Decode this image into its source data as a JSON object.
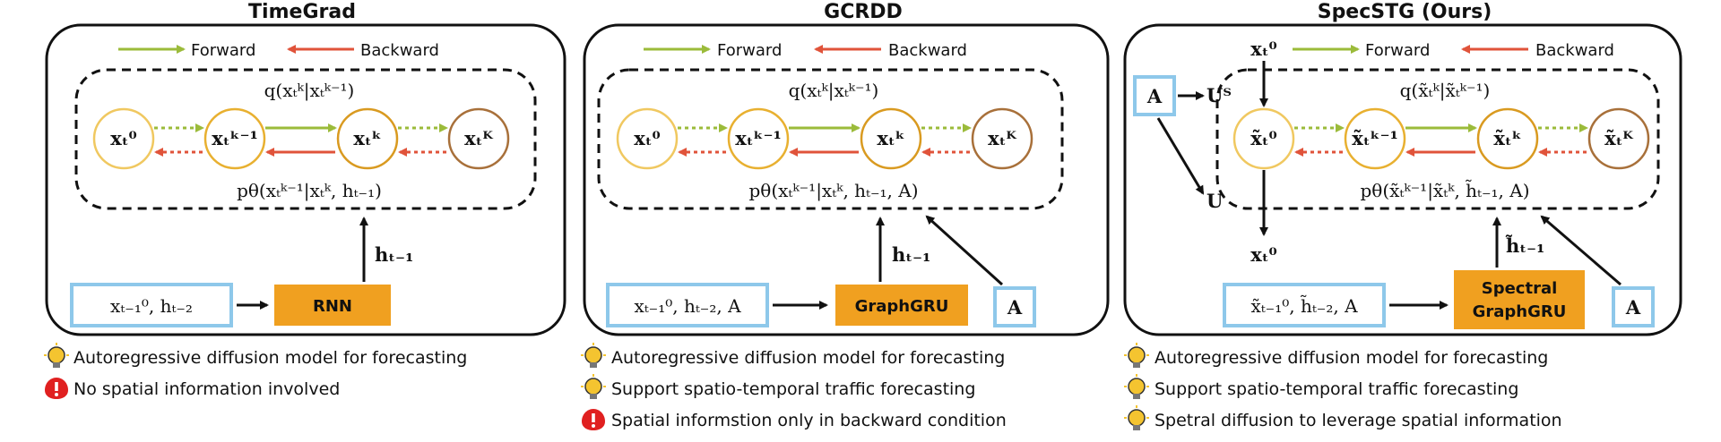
{
  "panels": [
    {
      "title": "TimeGrad",
      "legend_forward": "Forward",
      "legend_backward": "Backward",
      "q_label": "q(xₜᵏ|xₜᵏ⁻¹)",
      "p_label": "pθ(xₜᵏ⁻¹|xₜᵏ, hₜ₋₁)",
      "nodes": [
        "xₜ⁰",
        "xₜᵏ⁻¹",
        "xₜᵏ",
        "xₜᴷ"
      ],
      "input_label": "xₜ₋₁⁰, hₜ₋₂",
      "module_label": "RNN",
      "hidden_label": "hₜ₋₁",
      "notes": [
        {
          "icon": "lightbulb-icon",
          "text": "Autoregressive diffusion model for forecasting"
        },
        {
          "icon": "warning-icon",
          "text": "No spatial information involved"
        }
      ]
    },
    {
      "title": "GCRDD",
      "legend_forward": "Forward",
      "legend_backward": "Backward",
      "q_label": "q(xₜᵏ|xₜᵏ⁻¹)",
      "p_label": "pθ(xₜᵏ⁻¹|xₜᵏ, hₜ₋₁, A)",
      "nodes": [
        "xₜ⁰",
        "xₜᵏ⁻¹",
        "xₜᵏ",
        "xₜᴷ"
      ],
      "input_label": "xₜ₋₁⁰, hₜ₋₂, A",
      "module_label": "GraphGRU",
      "hidden_label": "hₜ₋₁",
      "adj_label": "A",
      "notes": [
        {
          "icon": "lightbulb-icon",
          "text": "Autoregressive diffusion model for forecasting"
        },
        {
          "icon": "lightbulb-icon",
          "text": "Support spatio-temporal traffic forecasting"
        },
        {
          "icon": "warning-icon",
          "text": "Spatial informstion only in backward condition"
        }
      ]
    },
    {
      "title": "SpecSTG (Ours)",
      "legend_forward": "Forward",
      "legend_backward": "Backward",
      "q_label": "q(x̃ₜᵏ|x̃ₜᵏ⁻¹)",
      "p_label": "pθ(x̃ₜᵏ⁻¹|x̃ₜᵏ, h̃ₜ₋₁, A)",
      "nodes": [
        "x̃ₜ⁰",
        "x̃ₜᵏ⁻¹",
        "x̃ₜᵏ",
        "x̃ₜᴷ"
      ],
      "input_label": "x̃ₜ₋₁⁰, h̃ₜ₋₂, A",
      "module_label_1": "Spectral",
      "module_label_2": "GraphGRU",
      "hidden_label": "h̃ₜ₋₁",
      "adj_label": "A",
      "adj_left_label": "A",
      "ut_label": "Uᵀ",
      "u_label": "U",
      "top_x_label": "xₜ⁰",
      "bottom_x_label": "xₜ⁰",
      "notes": [
        {
          "icon": "lightbulb-icon",
          "text": "Autoregressive diffusion model for forecasting"
        },
        {
          "icon": "lightbulb-icon",
          "text": "Support spatio-temporal traffic forecasting"
        },
        {
          "icon": "lightbulb-icon",
          "text": "Spetral diffusion to leverage spatial information"
        }
      ]
    }
  ],
  "colors": {
    "forward": "#9bbb3a",
    "backward": "#e0533a",
    "module": "#f0a020",
    "input_border": "#8ec8ea",
    "node_light": "#f0c860",
    "node_mid": "#d99a20",
    "node_dark": "#a8703a",
    "warning": "#e02020"
  }
}
